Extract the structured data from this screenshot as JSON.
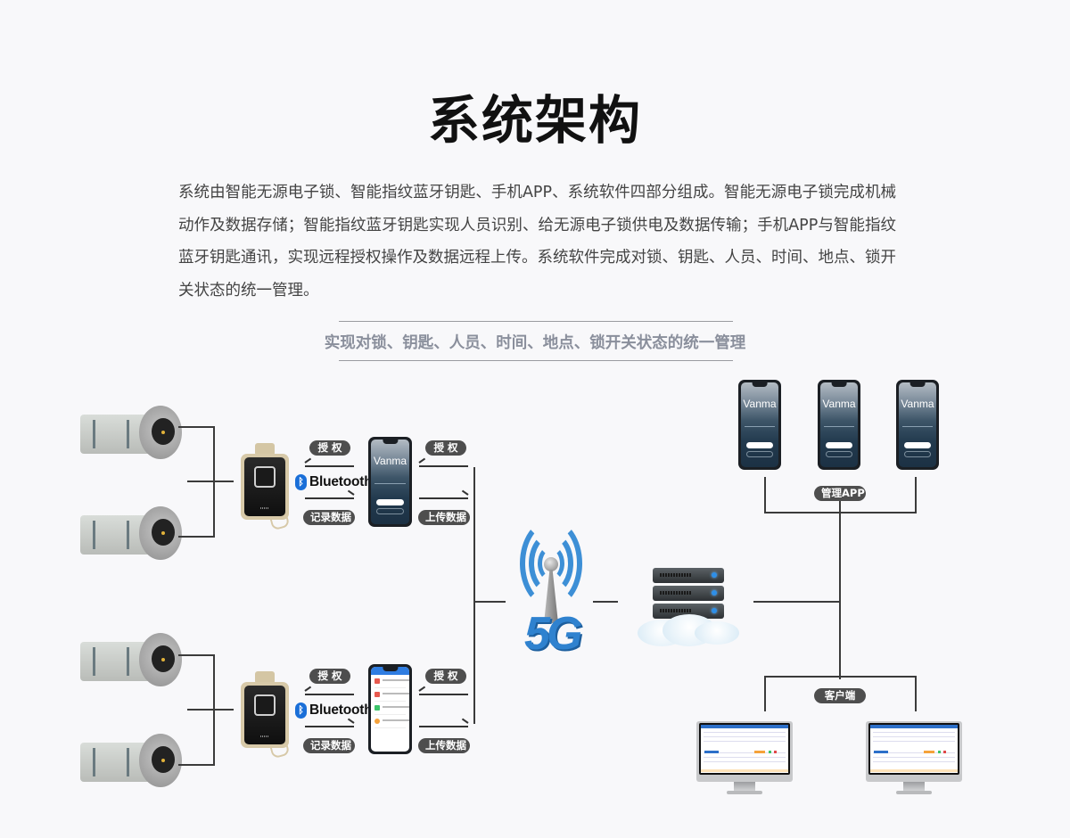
{
  "page": {
    "title": "系统架构",
    "description": "系统由智能无源电子锁、智能指纹蓝牙钥匙、手机APP、系统软件四部分组成。智能无源电子锁完成机械动作及数据存储；智能指纹蓝牙钥匙实现人员识别、给无源电子锁供电及数据传输；手机APP与智能指纹蓝牙钥匙通讯，实现远程授权操作及数据远程上传。系统软件完成对锁、钥匙、人员、时间、地点、锁开关状态的统一管理。",
    "subtitle": "实现对锁、钥匙、人员、时间、地点、锁开关状态的统一管理"
  },
  "diagram": {
    "groups": [
      {
        "key_to_phone_top_label": "授 权",
        "key_to_phone_bottom_label": "记录数据",
        "bluetooth_label": "Bluetooth",
        "bluetooth_tm": "™",
        "phone_to_net_top_label": "授 权",
        "phone_to_net_bottom_label": "上传数据",
        "phone_brand": "Vanma"
      },
      {
        "key_to_phone_top_label": "授 权",
        "key_to_phone_bottom_label": "记录数据",
        "bluetooth_label": "Bluetooth",
        "bluetooth_tm": "™",
        "phone_to_net_top_label": "授 权",
        "phone_to_net_bottom_label": "上传数据"
      }
    ],
    "network_label": "5G",
    "bluetooth_icon_glyph": "ᛒ",
    "management_app": {
      "label": "管理APP",
      "phones": [
        {
          "brand": "Vanma"
        },
        {
          "brand": "Vanma"
        },
        {
          "brand": "Vanma"
        }
      ]
    },
    "client": {
      "label": "客户端",
      "monitors": 2
    },
    "colors": {
      "line": "#3b3b3b",
      "tag_bg": "#4e4e4e",
      "bluetooth_blue": "#1a6fd8",
      "signal_blue": "#3d8fd6",
      "subtitle_gray": "#8a8f9c"
    }
  }
}
